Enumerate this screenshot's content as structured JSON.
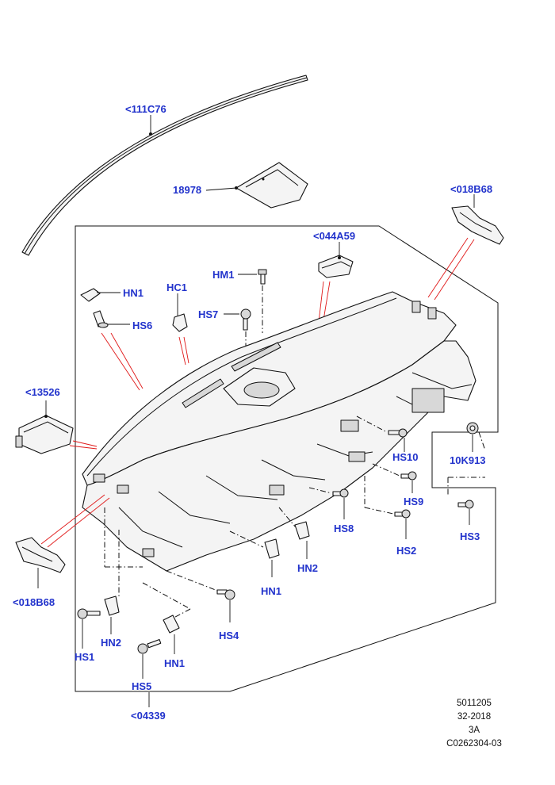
{
  "labels": {
    "strip_top": "<111C76",
    "cover_18978": "18978",
    "bracket_right_top": "<018B68",
    "duct_044a59": "<044A59",
    "hm1": "HM1",
    "hn1_top": "HN1",
    "hc1": "HC1",
    "hs7": "HS7",
    "hs6": "HS6",
    "airbag_13526": "<13526",
    "hs10": "HS10",
    "k913": "10K913",
    "hs9": "HS9",
    "hs8": "HS8",
    "hs2_right": "HS2",
    "hs3": "HS3",
    "hn2_mid": "HN2",
    "hn1_mid": "HN1",
    "bracket_left_bottom": "<018B68",
    "hs4": "HS4",
    "hn2_low": "HN2",
    "hs1": "HS1",
    "hn1_low": "HN1",
    "hs5": "HS5",
    "part_04339": "<04339"
  },
  "meta": {
    "line1": "5011205",
    "line2": "32-2018",
    "line3": "3A",
    "line4": "C0262304-03"
  },
  "colors": {
    "label": "#2233cc",
    "callout": "#e01818",
    "line": "#111111"
  }
}
